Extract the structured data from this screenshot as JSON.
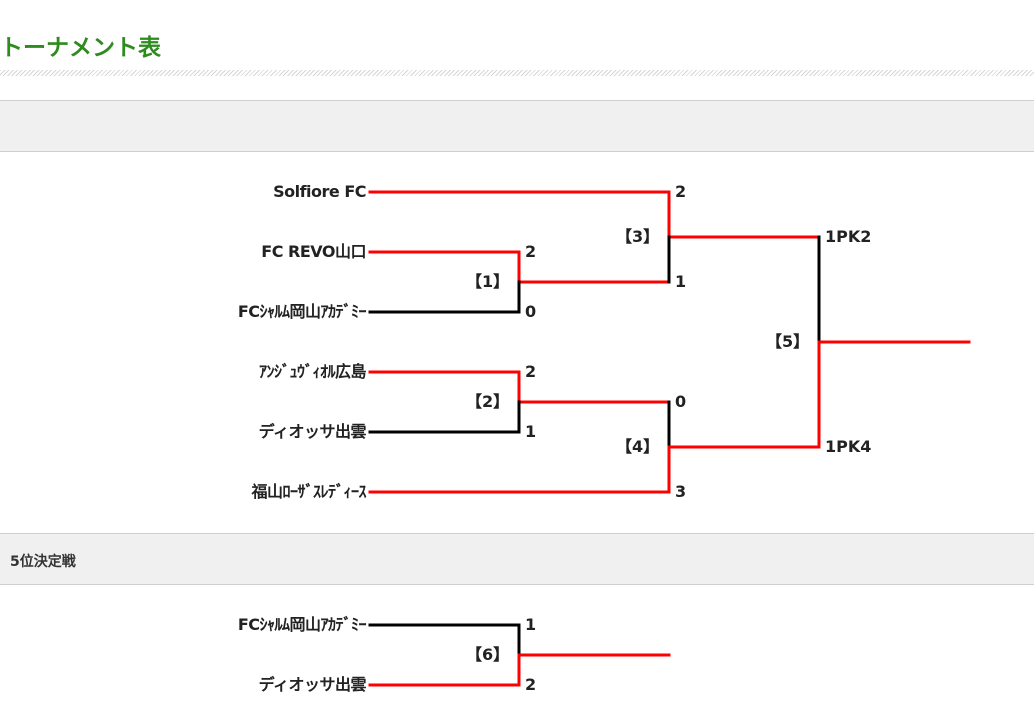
{
  "header": {
    "title": "トーナメント表"
  },
  "sections": {
    "main_label": "",
    "fifth_label": "5位決定戦"
  },
  "colors": {
    "title": "#2e8b1e",
    "winner_line": "#ff0000",
    "loser_line": "#000000",
    "bar_background": "#f0f0f0"
  },
  "main_bracket": {
    "teams": [
      "Solfiore FC",
      "FC REVO山口",
      "FCｼｬﾙﾑ岡山ｱｶﾃﾞﾐｰ",
      "ｱﾝｼﾞｭｳﾞｨｵﾙ広島",
      "ディオッサ出雲",
      "福山ﾛｰｻﾞｽﾚﾃﾞｨｰｽ"
    ],
    "matches": [
      {
        "label": "【1】",
        "top_score": "2",
        "bottom_score": "0"
      },
      {
        "label": "【2】",
        "top_score": "2",
        "bottom_score": "1"
      },
      {
        "label": "【3】",
        "top_score": "2",
        "bottom_score": "1"
      },
      {
        "label": "【4】",
        "top_score": "0",
        "bottom_score": "3"
      },
      {
        "label": "【5】",
        "top_score": "1PK2",
        "bottom_score": "1PK4"
      }
    ]
  },
  "fifth_place": {
    "teams": [
      "FCｼｬﾙﾑ岡山ｱｶﾃﾞﾐｰ",
      "ディオッサ出雲"
    ],
    "match": {
      "label": "【6】",
      "top_score": "1",
      "bottom_score": "2"
    }
  }
}
